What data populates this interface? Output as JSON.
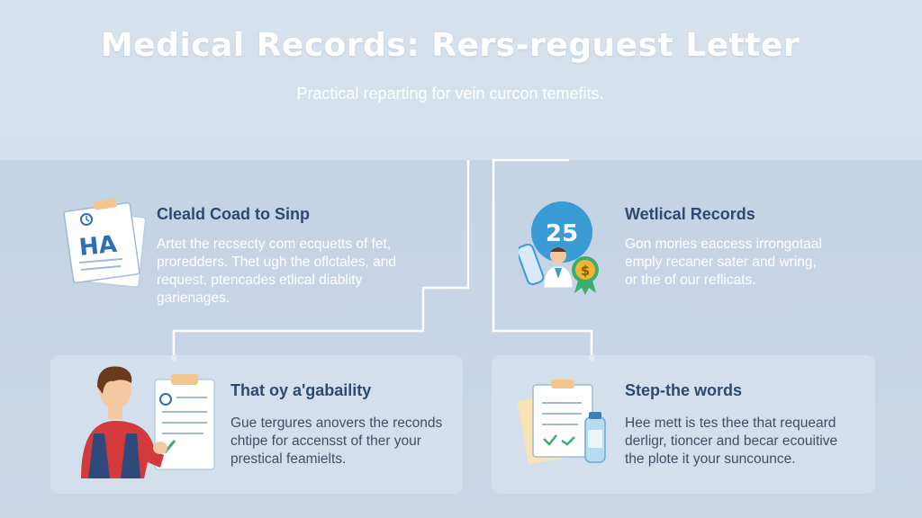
{
  "header": {
    "title": "Medical Records: Rers-reguest Letter",
    "subtitle": "Practical reparting for vein curcon temefits."
  },
  "blocks": [
    {
      "title": "Cleald Coad to Sinp",
      "icon": "document-ha-icon",
      "badge_text": "HA",
      "lines": [
        "Artet the recsecty com ecquetts of fet,",
        "proredders. Thet ugh the oflctales, and",
        "request, ptencades etlical diablity",
        "garienages."
      ]
    },
    {
      "title": "Wetlical Records",
      "icon": "doctor-badge-icon",
      "badge_text": "25",
      "lines": [
        "Gon mories eaccess irrongotaal",
        "emply recaner sater and wring,",
        "or the of our reflicats."
      ]
    },
    {
      "title": "That oy a'gabaility",
      "icon": "person-clipboard-icon",
      "lines": [
        "Gue tergures anovers the reconds",
        "chtipe for accensst of ther your",
        "prestical feamielts."
      ]
    },
    {
      "title": "Step-the words",
      "icon": "clipboard-bottle-icon",
      "lines": [
        "Hee mett is tes thee that requeard",
        "derligr, tioncer and becar ecouitive",
        "the plote it your suncounce."
      ]
    }
  ],
  "colors": {
    "accent": "#2e4a6e",
    "background": "#c9d7e7",
    "header_band": "#d7e2ee",
    "badge_blue": "#3a9bd5",
    "green": "#3cae6b",
    "gold": "#f2b530",
    "red_shirt": "#d33a3a"
  }
}
